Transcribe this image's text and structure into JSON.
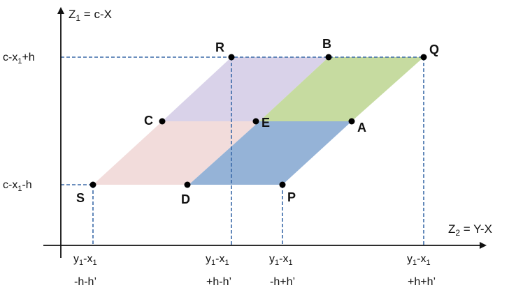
{
  "axes": {
    "vertical": {
      "label_main": "Z",
      "label_sub": "1",
      "label_rest": " = c-X"
    },
    "horizontal": {
      "label_main": "Z",
      "label_sub": "2",
      "label_rest": " = Y-X"
    }
  },
  "y_ticks": [
    {
      "id": "top",
      "pre": "c-x",
      "sub": "1",
      "post": "+h"
    },
    {
      "id": "bottom",
      "pre": "c-x",
      "sub": "1",
      "post": "-h"
    }
  ],
  "x_ticks": [
    {
      "id": "s",
      "line1_pre": "y",
      "line1_sub_a": "1",
      "line1_mid": "-x",
      "line1_sub_b": "1",
      "line2": "-h-h’"
    },
    {
      "id": "r",
      "line1_pre": "y",
      "line1_sub_a": "1",
      "line1_mid": "-x",
      "line1_sub_b": "1",
      "line2": "+h-h’"
    },
    {
      "id": "p",
      "line1_pre": "y",
      "line1_sub_a": "1",
      "line1_mid": "-x",
      "line1_sub_b": "1",
      "line2": "-h+h’"
    },
    {
      "id": "q",
      "line1_pre": "y",
      "line1_sub_a": "1",
      "line1_mid": "-x",
      "line1_sub_b": "1",
      "line2": "+h+h’"
    }
  ],
  "points": {
    "R": "R",
    "B": "B",
    "Q": "Q",
    "C": "C",
    "E": "E",
    "A": "A",
    "S": "S",
    "D": "D",
    "P": "P"
  },
  "colors": {
    "purple_region": "#d9d2e9",
    "green_region": "#c6dba0",
    "pink_region": "#f2dcdb",
    "blue_region": "#95b3d7",
    "guide_line": "#3b6aa8",
    "axis": "#111111"
  }
}
